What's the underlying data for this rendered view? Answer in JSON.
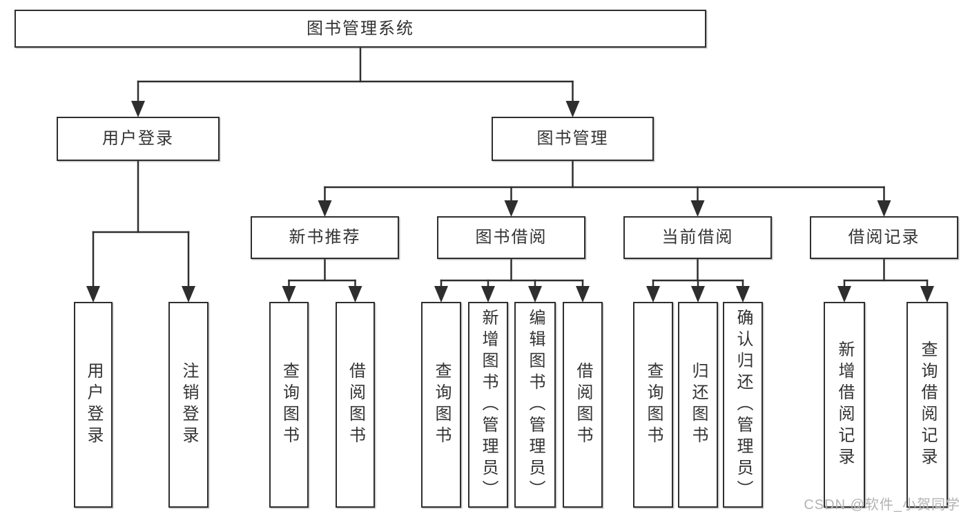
{
  "diagram": {
    "title": "图书管理系统",
    "type": "hierarchy-tree",
    "colors": {
      "line": "#2e2e2e",
      "text": "#333333",
      "box_bg": "#ffffff",
      "watermark": "#b3b3b3",
      "background": "#ffffff"
    },
    "root": {
      "id": "system",
      "label": "图书管理系统",
      "children": [
        {
          "id": "user-login-group",
          "label": "用户登录",
          "children": [
            {
              "id": "user-login",
              "label": "用户登录"
            },
            {
              "id": "logout",
              "label": "注销登录"
            }
          ]
        },
        {
          "id": "book-mgmt",
          "label": "图书管理",
          "children": [
            {
              "id": "new-book-rec",
              "label": "新书推荐",
              "children": [
                {
                  "id": "nbr-query",
                  "label": "查询图书"
                },
                {
                  "id": "nbr-borrow",
                  "label": "借阅图书"
                }
              ]
            },
            {
              "id": "book-borrow",
              "label": "图书借阅",
              "children": [
                {
                  "id": "bb-query",
                  "label": "查询图书"
                },
                {
                  "id": "bb-add",
                  "label": "新增图书（管理员）"
                },
                {
                  "id": "bb-edit",
                  "label": "编辑图书（管理员）"
                },
                {
                  "id": "bb-borrow",
                  "label": "借阅图书"
                }
              ]
            },
            {
              "id": "current-borrow",
              "label": "当前借阅",
              "children": [
                {
                  "id": "cb-query",
                  "label": "查询图书"
                },
                {
                  "id": "cb-return",
                  "label": "归还图书"
                },
                {
                  "id": "cb-confirm",
                  "label": "确认归还（管理员）"
                }
              ]
            },
            {
              "id": "borrow-records",
              "label": "借阅记录",
              "children": [
                {
                  "id": "br-add",
                  "label": "新增借阅记录"
                },
                {
                  "id": "br-query",
                  "label": "查询借阅记录"
                }
              ]
            }
          ]
        }
      ]
    }
  },
  "watermark": {
    "text": "CSDN @软件_小贺同学"
  }
}
